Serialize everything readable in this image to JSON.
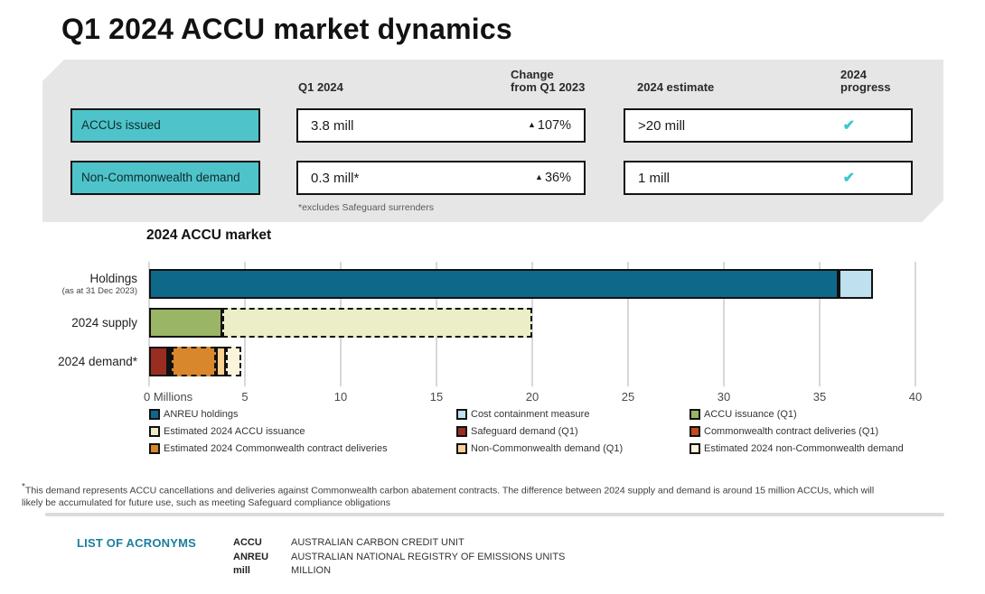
{
  "page_title": "Q1 2024 ACCU market dynamics",
  "icons": {
    "up_arrow": "▲",
    "check": "✔"
  },
  "colors": {
    "panel_bg": "#e6e6e6",
    "tag_teal": "#4ec4ca",
    "check_teal": "#3ec6ce",
    "anreu_blue": "#0e6889",
    "cost_containment_lightblue": "#bfe0ef",
    "issuance_green": "#9bb566",
    "est_issuance_palegreen": "#ebeec6",
    "safeguard_red": "#9a2d22",
    "cwlth_deliveries_redorange": "#c24b20",
    "est_cwlth_orange": "#d8872c",
    "noncwlth_peach": "#f9d190",
    "est_noncwlth_cream": "#fcf4da",
    "acronym_heading": "#1a7f9f"
  },
  "summary": {
    "headers": {
      "q1": "Q1 2024",
      "change_line1": "Change",
      "change_line2": "from Q1 2023",
      "estimate": "2024 estimate",
      "progress_line1": "2024",
      "progress_line2": "progress"
    },
    "rows": [
      {
        "label": "ACCUs issued",
        "q1_value": "3.8 mill",
        "change": "107%",
        "estimate": ">20 mill",
        "progress": "check"
      },
      {
        "label": "Non-Commonwealth demand",
        "q1_value": "0.3 mill*",
        "change": "36%",
        "estimate": "1 mill",
        "progress": "check"
      }
    ],
    "footnote": "*excludes Safeguard surrenders"
  },
  "chart_data": {
    "type": "bar",
    "orientation": "horizontal",
    "title": "2024 ACCU market",
    "x_unit": "Millions",
    "xlim": [
      0,
      40
    ],
    "grid": true,
    "xticks": [
      {
        "value": 0,
        "label": "0 Millions"
      },
      {
        "value": 5,
        "label": "5"
      },
      {
        "value": 10,
        "label": "10"
      },
      {
        "value": 15,
        "label": "15"
      },
      {
        "value": 20,
        "label": "20"
      },
      {
        "value": 25,
        "label": "25"
      },
      {
        "value": 30,
        "label": "30"
      },
      {
        "value": 35,
        "label": "35"
      },
      {
        "value": 40,
        "label": "40"
      }
    ],
    "rows": [
      {
        "label": "Holdings",
        "sublabel": "(as at 31 Dec 2023)",
        "segments": [
          {
            "name": "ANREU holdings",
            "value": 36.0,
            "color": "#0e6889",
            "style": "solid"
          },
          {
            "name": "Cost containment measure",
            "value": 1.8,
            "color": "#bfe0ef",
            "style": "solid"
          }
        ]
      },
      {
        "label": "2024 supply",
        "sublabel": "",
        "segments": [
          {
            "name": "ACCU issuance (Q1)",
            "value": 3.8,
            "color": "#9bb566",
            "style": "solid"
          },
          {
            "name": "Estimated 2024 ACCU issuance",
            "value": 16.2,
            "color": "#ebeec6",
            "style": "dashed"
          }
        ]
      },
      {
        "label": "2024 demand*",
        "sublabel": "",
        "segments": [
          {
            "name": "Safeguard demand (Q1)",
            "value": 1.0,
            "color": "#9a2d22",
            "style": "solid"
          },
          {
            "name": "Commonwealth contract deliveries (Q1)",
            "value": 0.2,
            "color": "#c24b20",
            "style": "solid"
          },
          {
            "name": "Estimated 2024 Commonwealth contract deliveries",
            "value": 2.3,
            "color": "#d8872c",
            "style": "dashed"
          },
          {
            "name": "Non-Commonwealth demand (Q1)",
            "value": 0.5,
            "color": "#f9d190",
            "style": "solid"
          },
          {
            "name": "Estimated 2024 non-Commonwealth demand",
            "value": 0.8,
            "color": "#fcf4da",
            "style": "dashed"
          }
        ]
      }
    ],
    "legend": [
      {
        "label": "ANREU holdings",
        "color": "#0e6889",
        "style": "solid"
      },
      {
        "label": "Cost containment measure",
        "color": "#bfe0ef",
        "style": "solid"
      },
      {
        "label": "ACCU issuance (Q1)",
        "color": "#9bb566",
        "style": "solid"
      },
      {
        "label": "Estimated 2024 ACCU issuance",
        "color": "#ebeec6",
        "style": "dashed"
      },
      {
        "label": "Safeguard demand (Q1)",
        "color": "#9a2d22",
        "style": "solid"
      },
      {
        "label": "Commonwealth contract deliveries (Q1)",
        "color": "#c24b20",
        "style": "solid"
      },
      {
        "label": "Estimated 2024 Commonwealth contract deliveries",
        "color": "#d8872c",
        "style": "dashed"
      },
      {
        "label": "Non-Commonwealth demand (Q1)",
        "color": "#f9d190",
        "style": "solid"
      },
      {
        "label": "Estimated 2024 non-Commonwealth demand",
        "color": "#fcf4da",
        "style": "dashed"
      }
    ],
    "footnote_marker": "*",
    "footnote": "This demand represents ACCU cancellations and deliveries against Commonwealth carbon abatement contracts. The difference between 2024 supply and demand is around 15 million ACCUs, which will likely be accumulated for future use, such as meeting Safeguard compliance obligations"
  },
  "acronyms": {
    "heading": "LIST OF ACRONYMS",
    "items": [
      {
        "term": "ACCU",
        "definition": "AUSTRALIAN CARBON CREDIT UNIT"
      },
      {
        "term": "ANREU",
        "definition": "AUSTRALIAN NATIONAL REGISTRY OF EMISSIONS UNITS"
      },
      {
        "term": "mill",
        "definition": "MILLION"
      }
    ]
  }
}
